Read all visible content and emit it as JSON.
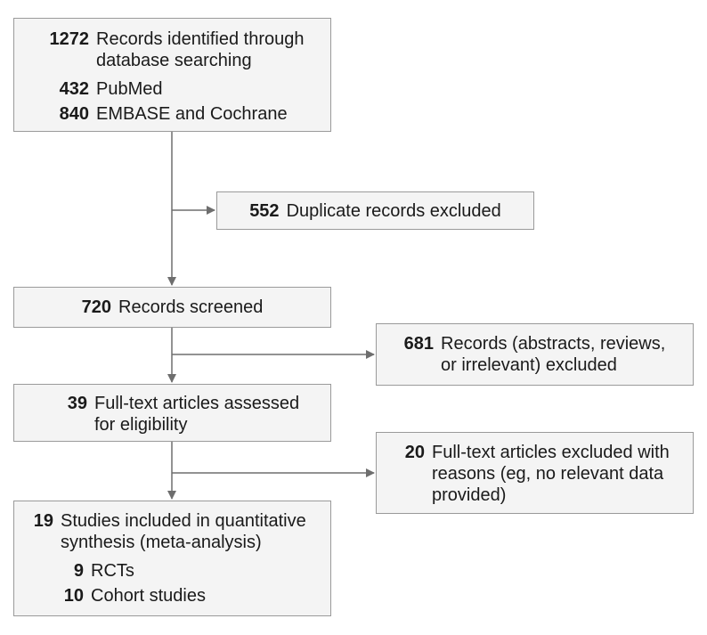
{
  "boxes": {
    "identified": {
      "count": "1272",
      "text": "Records identified through database searching",
      "items": [
        {
          "count": "432",
          "text": "PubMed"
        },
        {
          "count": "840",
          "text": "EMBASE and Cochrane"
        }
      ]
    },
    "duplicates": {
      "count": "552",
      "text": "Duplicate records excluded"
    },
    "screened": {
      "count": "720",
      "text": "Records screened"
    },
    "excluded_screen": {
      "count": "681",
      "text": "Records (abstracts, reviews, or irrelevant) excluded"
    },
    "fulltext": {
      "count": "39",
      "text": "Full-text articles assessed for eligibility"
    },
    "excluded_fulltext": {
      "count": "20",
      "text": "Full-text articles excluded with reasons (eg, no relevant data provided)"
    },
    "included": {
      "count": "19",
      "text": "Studies included in quantitative synthesis (meta-analysis)",
      "items": [
        {
          "count": "9",
          "text": "RCTs"
        },
        {
          "count": "10",
          "text": "Cohort studies"
        }
      ]
    }
  },
  "colors": {
    "box_fill": "#f4f4f4",
    "box_border": "#9a9a9a",
    "arrow": "#6e6e6e"
  }
}
